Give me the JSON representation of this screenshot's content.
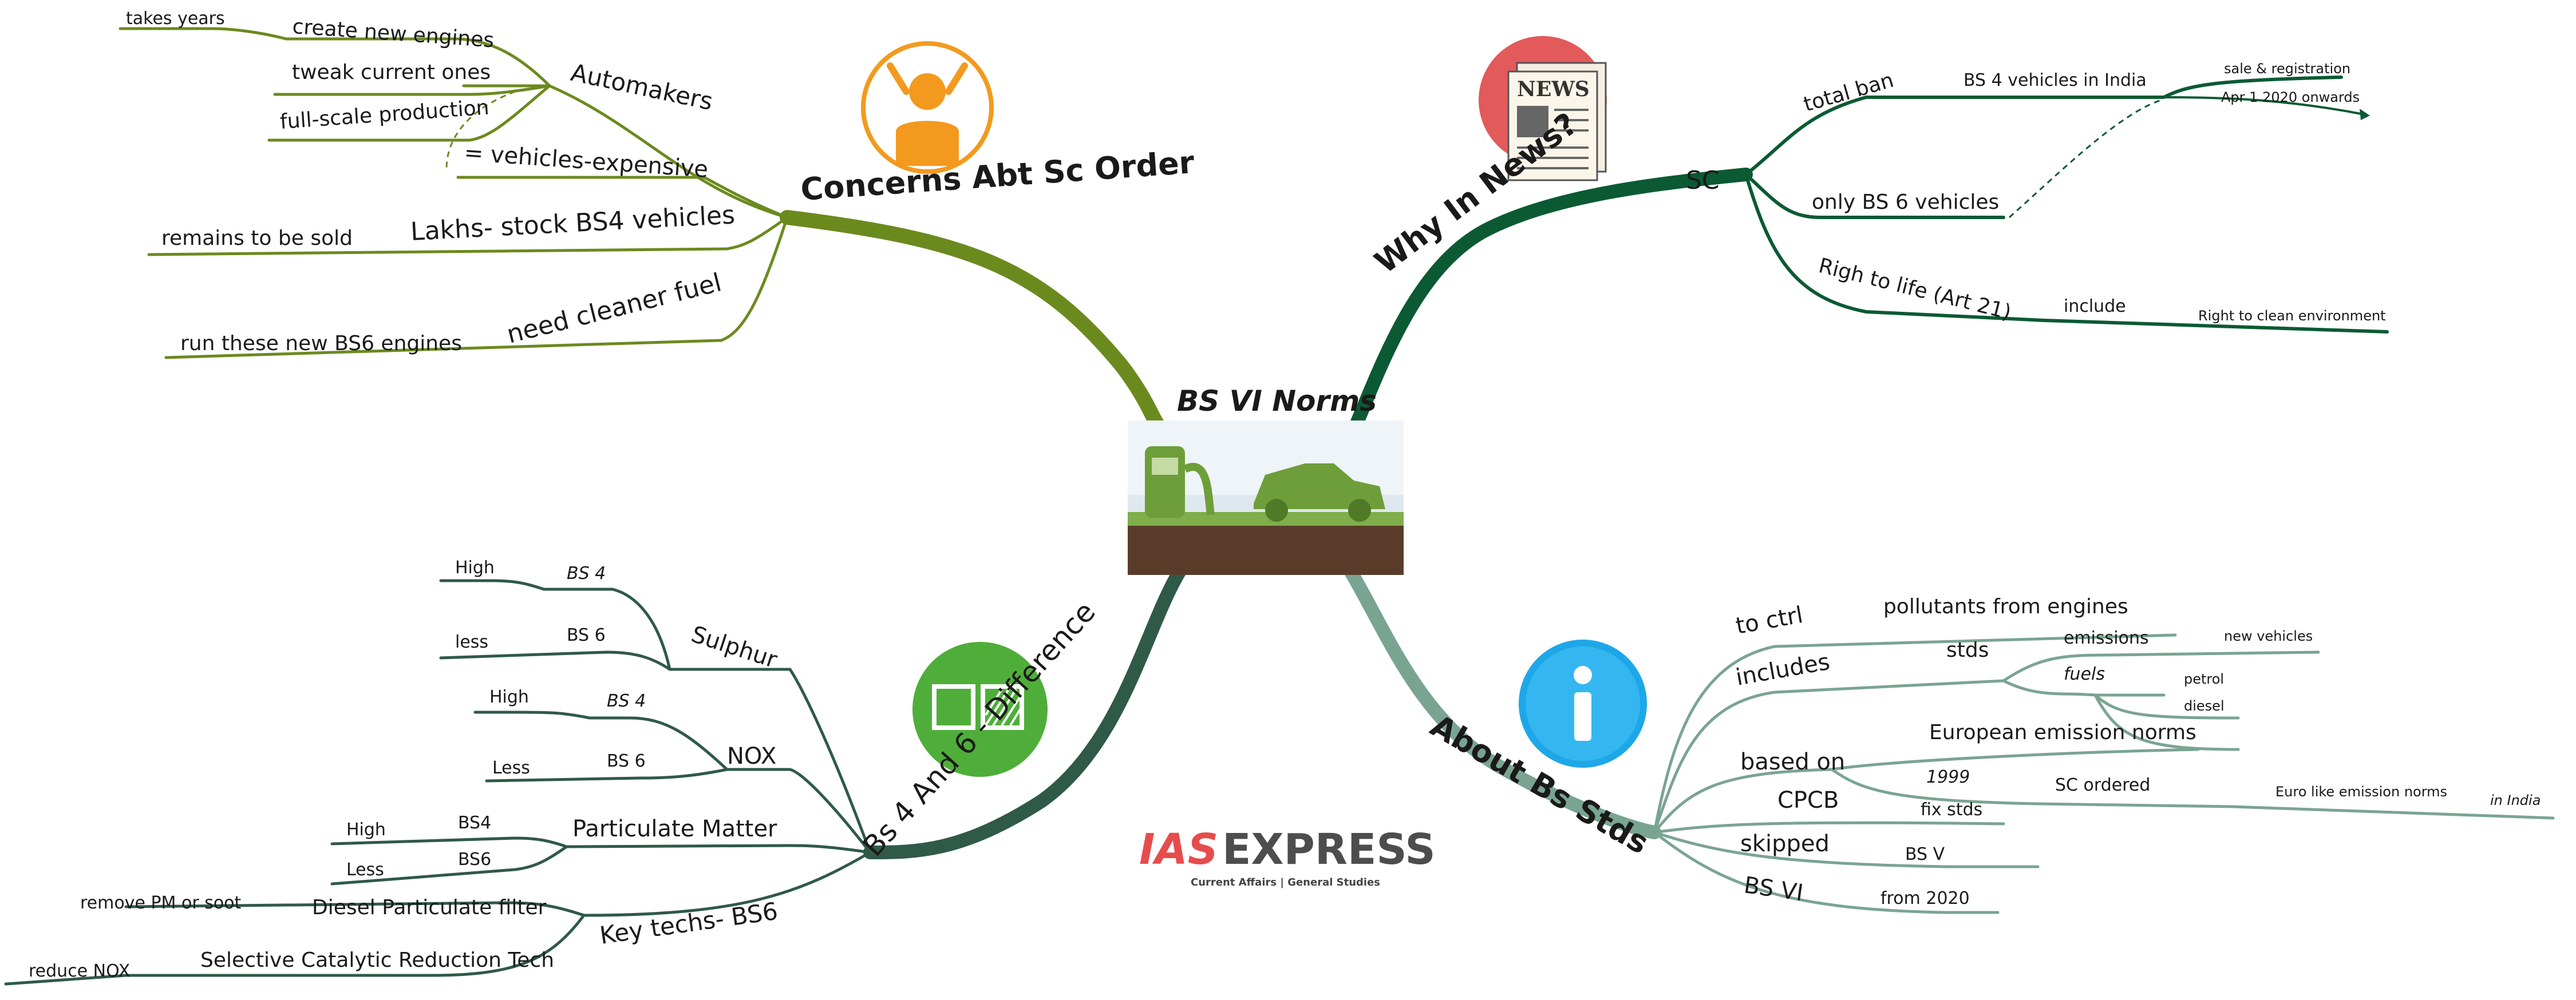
{
  "colors": {
    "concerns": "#6b8a1e",
    "news": "#0b5a33",
    "diff": "#2f5a47",
    "about": "#7aa492",
    "accent_red": "#e74c4c",
    "brand_dark": "#4d4d4d"
  },
  "center": {
    "title": "BS VI Norms",
    "image": "green-fuel-pump-and-car-image"
  },
  "logo": {
    "brand_red": "IAS",
    "brand_dark": "EXPRESS",
    "tagline": "Current Affairs | General Studies"
  },
  "concerns": {
    "title": "Concerns Abt Sc Order",
    "icon": "worried-person-icon",
    "automakers": "Automakers",
    "create_new_engines": "create new engines",
    "takes_years": "takes years",
    "tweak_current": "tweak current ones",
    "full_scale": "full-scale production",
    "vehicles_expensive": "= vehicles-expensive",
    "lakhs_stock": "Lakhs- stock BS4 vehicles",
    "remains_sold": "remains to be sold",
    "need_fuel": "need cleaner fuel",
    "run_engines": "run these new BS6 engines"
  },
  "news": {
    "title": "Why In News?",
    "icon": "newspaper-icon",
    "icon_text": "NEWS",
    "sc": "SC",
    "total_ban": "total ban",
    "bs4_india": "BS 4 vehicles in India",
    "sale_reg": "sale & registration",
    "apr_2020": "Apr 1 2020 onwards",
    "only_bs6": "only BS 6 vehicles",
    "right_life": "Righ to life (Art 21)",
    "include": "include",
    "right_env": "Right to clean environment"
  },
  "diff": {
    "title": "Bs 4 And 6 - Difference",
    "icon": "compare-squares-icon",
    "sulphur": "Sulphur",
    "s_bs4": "BS 4",
    "s_high": "High",
    "s_bs6": "BS 6",
    "s_less": "less",
    "nox": "NOX",
    "n_bs4": "BS 4",
    "n_high": "High",
    "n_bs6": "BS 6",
    "n_less": "Less",
    "pm": "Particulate Matter",
    "p_bs4": "BS4",
    "p_high": "High",
    "p_bs6": "BS6",
    "p_less": "Less",
    "keytech": "Key techs- BS6",
    "dpf": "Diesel Particulate filter",
    "remove_pm": "remove PM or soot",
    "scr": "Selective Catalytic Reduction Tech",
    "reduce_nox": "reduce NOX"
  },
  "about": {
    "title": "About Bs Stds",
    "icon": "info-icon",
    "to_ctrl": "to ctrl",
    "pollutants": "pollutants from engines",
    "includes": "includes",
    "stds": "stds",
    "emissions": "emissions",
    "new_vehicles": "new vehicles",
    "fuels": "fuels",
    "petrol": "petrol",
    "diesel": "diesel",
    "based_on": "based on",
    "european": "European emission norms",
    "y1999": "1999",
    "sc_ordered": "SC ordered",
    "euro_like": "Euro like emission norms",
    "in_india": "in India",
    "cpcb": "CPCB",
    "fix_stds": "fix stds",
    "skipped": "skipped",
    "bs_v": "BS V",
    "bs_vi": "BS VI",
    "from_2020": "from 2020"
  }
}
